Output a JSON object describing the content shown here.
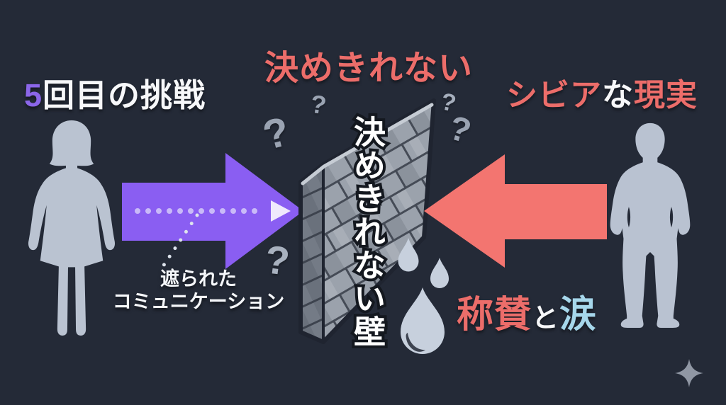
{
  "colors": {
    "background": "#242a37",
    "salmon": "#ec6d6a",
    "arrow_red": "#f37570",
    "arrow_purple": "#8a5ef2",
    "purple_number": "#8b66e9",
    "white_text": "#f7f8fa",
    "tears_blue": "#a6d7eb",
    "silhouette": "#bac3d1",
    "question_mark_gray": "#9aa3b2",
    "teardrop": "#c7d0dd",
    "wall_brick": "#9ba2ac",
    "sparkle": "#9097a4"
  },
  "texts": {
    "top_left": {
      "number": "5",
      "rest": "回目の挑戦"
    },
    "top_center": "決めきれない",
    "top_right": {
      "severe": "シビア",
      "na": "な",
      "reality": "現実"
    },
    "wall_label": "決めきれない壁",
    "blocked_line1": "遮られた",
    "blocked_line2": "コミュニケーション",
    "bottom_right": {
      "praise": "称賛",
      "to": "と",
      "tears": "涙"
    }
  },
  "decor": {
    "question_mark": "?",
    "icons": {
      "sparkle": "four-pointed-star ✦",
      "teardrop": "drop shape",
      "arrow_right": "purple block arrow",
      "arrow_left": "red block arrow",
      "wall": "brick wall"
    }
  }
}
